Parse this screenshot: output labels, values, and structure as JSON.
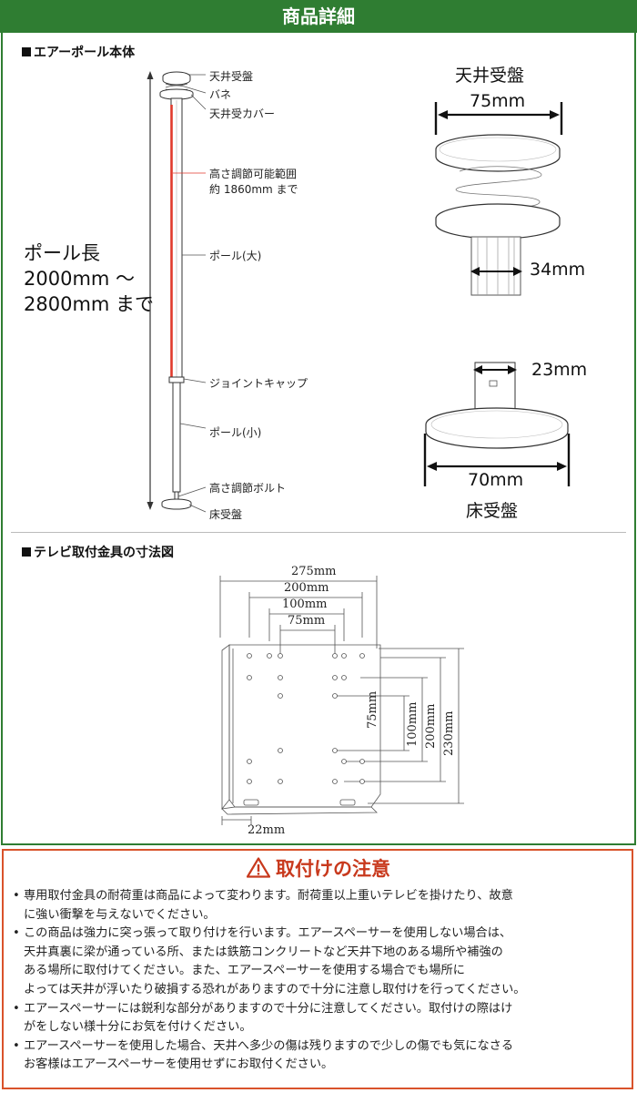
{
  "header": {
    "title": "商品詳細"
  },
  "pole_section": {
    "title": "エアーポール本体",
    "labels": {
      "ceiling_plate": "天井受盤",
      "spring": "バネ",
      "ceiling_cover": "天井受カバー",
      "adjust_range_1": "高さ調節可能範囲",
      "adjust_range_2": "約 1860mm まで",
      "pole_large": "ポール(大)",
      "joint_cap": "ジョイントキャップ",
      "pole_small": "ポール(小)",
      "adjust_bolt": "高さ調節ボルト",
      "floor_plate": "床受盤"
    },
    "pole_length": {
      "line1": "ポール長",
      "line2": "2000mm ～",
      "line3": "2800mm まで"
    }
  },
  "ceiling_detail": {
    "title": "天井受盤",
    "width_dim": "75mm",
    "pole_dim": "34mm"
  },
  "floor_detail": {
    "title": "床受盤",
    "width_dim": "70mm",
    "pole_dim": "23mm"
  },
  "bracket_section": {
    "title": "テレビ取付金具の寸法図",
    "dims": {
      "w275": "275mm",
      "w200": "200mm",
      "w100": "100mm",
      "w75": "75mm",
      "h75": "75mm",
      "h100": "100mm",
      "h200": "200mm",
      "h230": "230mm",
      "depth22": "22mm"
    }
  },
  "caution": {
    "title": "取付けの注意",
    "items": [
      {
        "lines": [
          "専用取付金具の耐荷重は商品によって変わります。耐荷重以上重いテレビを掛けたり、故意",
          "に強い衝撃を与えないでください。"
        ]
      },
      {
        "lines": [
          "この商品は強力に突っ張って取り付けを行います。エアースペーサーを使用しない場合は、",
          "天井真裏に梁が通っている所、または鉄筋コンクリートなど天井下地のある場所や補強の",
          "ある場所に取付けてください。また、エアースペーサーを使用する場合でも場所に",
          "よっては天井が浮いたり破損する恐れがありますので十分に注意し取付けを行ってください。"
        ]
      },
      {
        "lines": [
          "エアースペーサーには鋭利な部分がありますので十分に注意してください。取付けの際はけ",
          "がをしない様十分にお気を付けください。"
        ]
      },
      {
        "lines": [
          "エアースペーサーを使用した場合、天井へ多少の傷は残りますので少しの傷でも気になさる",
          "お客様はエアースペーサーを使用せずにお取付ください。"
        ]
      }
    ]
  },
  "colors": {
    "header_green": "#2f7d32",
    "caution_red": "#c8391d",
    "range_line": "#e0392b"
  }
}
